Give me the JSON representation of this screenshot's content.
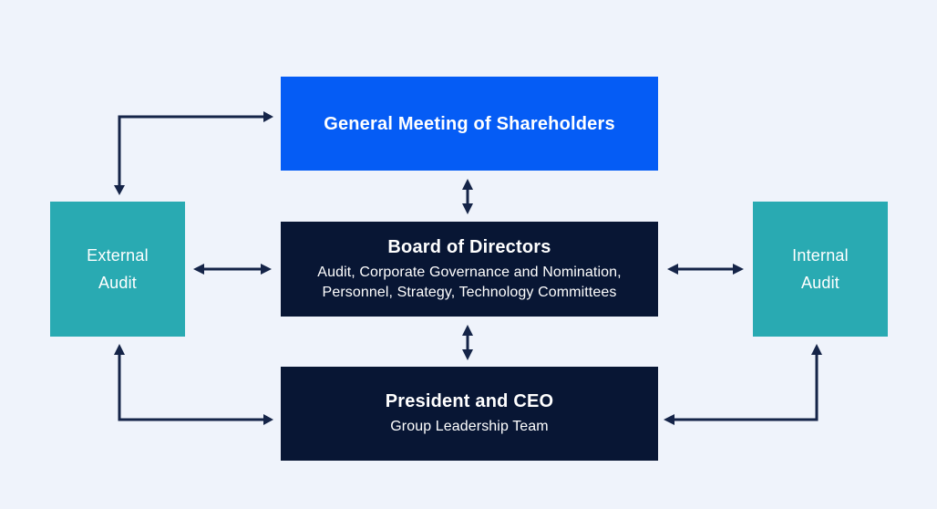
{
  "theme": {
    "bg": "#EFF3FB",
    "blue": "#055CF5",
    "navy": "#081634",
    "teal": "#29AAB2",
    "arrow": "#152448",
    "text": "#FFFFFF"
  },
  "diagram": {
    "nodes": {
      "shareholders": {
        "label": "General Meeting of Shareholders"
      },
      "board": {
        "label": "Board of Directors",
        "sublabel_lines": [
          "Audit, Corporate Governance and Nomination,",
          "Personnel, Strategy, Technology Committees"
        ]
      },
      "ceo": {
        "label": "President and CEO",
        "sublabel_lines": [
          "Group Leadership Team"
        ]
      },
      "external_audit": {
        "label_lines": [
          "External",
          "Audit"
        ]
      },
      "internal_audit": {
        "label_lines": [
          "Internal",
          "Audit"
        ]
      }
    },
    "connectors": [
      {
        "from": "external_audit",
        "to": "shareholders",
        "type": "elbow",
        "heads": "both"
      },
      {
        "from": "external_audit",
        "to": "board",
        "type": "straight",
        "heads": "both"
      },
      {
        "from": "shareholders",
        "to": "board",
        "type": "straight",
        "heads": "both"
      },
      {
        "from": "board",
        "to": "internal_audit",
        "type": "straight",
        "heads": "both"
      },
      {
        "from": "board",
        "to": "ceo",
        "type": "straight",
        "heads": "both"
      },
      {
        "from": "external_audit",
        "to": "ceo",
        "type": "elbow",
        "heads": "both"
      },
      {
        "from": "internal_audit",
        "to": "ceo",
        "type": "elbow",
        "heads": "both"
      }
    ]
  }
}
